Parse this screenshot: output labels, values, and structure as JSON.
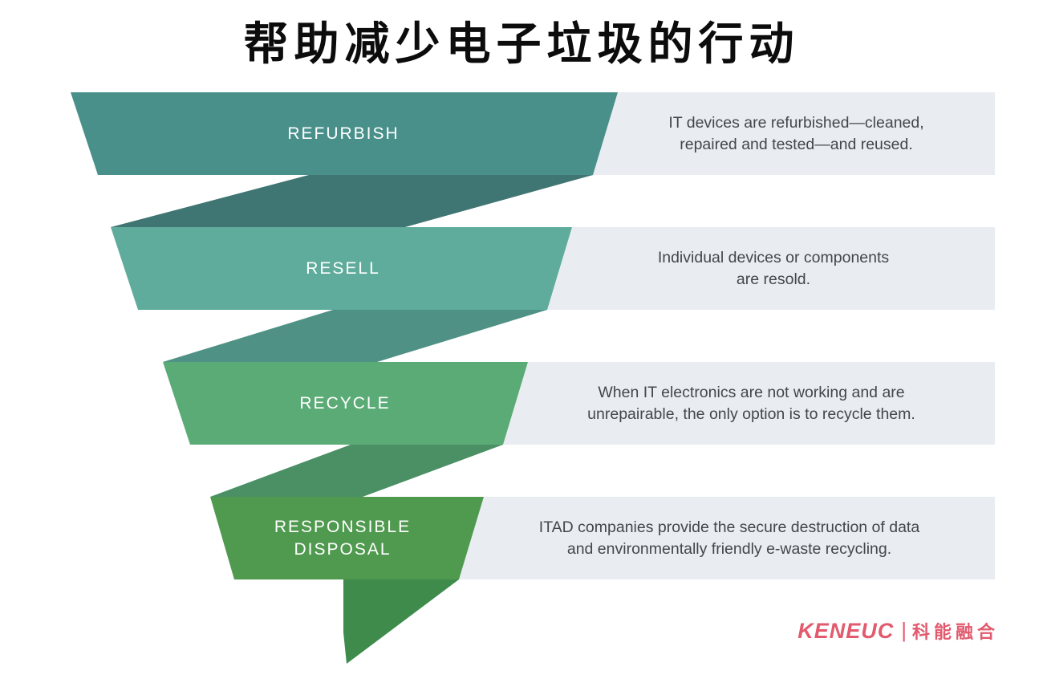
{
  "title": "帮助减少电子垃圾的行动",
  "colors": {
    "background": "#ffffff",
    "title_text": "#0c0c0c",
    "label_text": "#ffffff",
    "description_box": "#e9edf1",
    "description_text": "#43474c",
    "logo": "#e25a6e",
    "tail": "#3e8b4c"
  },
  "steps": [
    {
      "label": "REFURBISH",
      "label_lines": [
        "REFURBISH"
      ],
      "band_color": "#49908b",
      "description_lines": [
        "IT devices are refurbished—cleaned,",
        "repaired and tested—and reused."
      ]
    },
    {
      "label": "RESELL",
      "label_lines": [
        "RESELL"
      ],
      "band_color": "#5fac9c",
      "description_lines": [
        "Individual devices or components",
        "are resold."
      ]
    },
    {
      "label": "RECYCLE",
      "label_lines": [
        "RECYCLE"
      ],
      "band_color": "#5bab76",
      "description_lines": [
        "When IT electronics are not working and are",
        "unrepairable, the only option is to recycle them."
      ]
    },
    {
      "label": "RESPONSIBLE DISPOSAL",
      "label_lines": [
        "RESPONSIBLE",
        "DISPOSAL"
      ],
      "band_color": "#509a50",
      "description_lines": [
        "ITAD companies provide the secure destruction of data",
        "and environmentally friendly e-waste recycling."
      ]
    }
  ],
  "folds": [
    {
      "color": "#3f7572"
    },
    {
      "color": "#4f9184"
    },
    {
      "color": "#4b9065"
    }
  ],
  "logo": {
    "brand": "KENEUC",
    "separator": "|",
    "cjk": "科能融合"
  }
}
